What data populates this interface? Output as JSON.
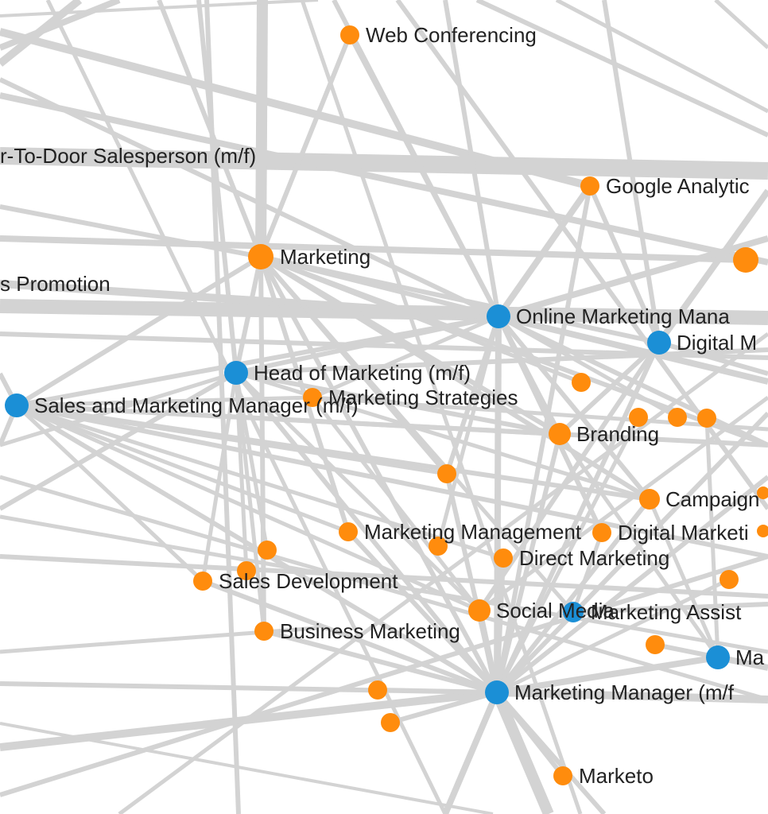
{
  "graph": {
    "colors": {
      "edge": "#d3d3d3",
      "occupation": "#1b8fd6",
      "skill": "#ff8c0d",
      "label": "#222222"
    },
    "nodes": [
      {
        "id": "web-conferencing",
        "label": "Web Conferencing",
        "kind": "skill"
      },
      {
        "id": "door-to-door-salesperson",
        "label": "r-To-Door Salesperson (m/f)",
        "kind": "occupation"
      },
      {
        "id": "google-analytics",
        "label": "Google Analytic",
        "kind": "skill"
      },
      {
        "id": "marketing",
        "label": "Marketing",
        "kind": "skill"
      },
      {
        "id": "right-edge-skill",
        "label": "",
        "kind": "skill"
      },
      {
        "id": "sales-promotion",
        "label": "s Promotion",
        "kind": "skill"
      },
      {
        "id": "online-marketing-manager",
        "label": "Online Marketing Mana",
        "kind": "occupation"
      },
      {
        "id": "digital-m",
        "label": "Digital M",
        "kind": "occupation"
      },
      {
        "id": "head-of-marketing",
        "label": "Head of Marketing (m/f)",
        "kind": "occupation"
      },
      {
        "id": "sales-and-marketing-manager",
        "label": "Sales and Marketing Manager (m/f)",
        "kind": "occupation"
      },
      {
        "id": "marketing-strategies",
        "label": "Marketing Strategies",
        "kind": "skill"
      },
      {
        "id": "branding",
        "label": "Branding",
        "kind": "skill"
      },
      {
        "id": "campaign",
        "label": "Campaign",
        "kind": "skill"
      },
      {
        "id": "marketing-management",
        "label": "Marketing Management",
        "kind": "skill"
      },
      {
        "id": "digital-marketing",
        "label": "Digital Marketi",
        "kind": "skill"
      },
      {
        "id": "direct-marketing",
        "label": "Direct Marketing",
        "kind": "skill"
      },
      {
        "id": "sales-development",
        "label": "Sales Development",
        "kind": "skill"
      },
      {
        "id": "social-media",
        "label": "Social Media",
        "kind": "skill"
      },
      {
        "id": "marketing-assistant",
        "label": "Marketing Assist",
        "kind": "occupation"
      },
      {
        "id": "business-marketing",
        "label": "Business Marketing",
        "kind": "skill"
      },
      {
        "id": "ma-occupation",
        "label": "Ma",
        "kind": "occupation"
      },
      {
        "id": "marketing-manager",
        "label": "Marketing Manager (m/f",
        "kind": "occupation"
      },
      {
        "id": "marketo",
        "label": "Marketo",
        "kind": "skill"
      },
      {
        "id": "skill-a",
        "label": "",
        "kind": "skill"
      },
      {
        "id": "skill-b",
        "label": "",
        "kind": "skill"
      },
      {
        "id": "skill-c",
        "label": "",
        "kind": "skill"
      },
      {
        "id": "skill-d",
        "label": "",
        "kind": "skill"
      },
      {
        "id": "skill-e",
        "label": "",
        "kind": "skill"
      },
      {
        "id": "skill-f",
        "label": "",
        "kind": "skill"
      },
      {
        "id": "skill-g",
        "label": "",
        "kind": "skill"
      },
      {
        "id": "skill-h",
        "label": "",
        "kind": "skill"
      },
      {
        "id": "skill-i",
        "label": "",
        "kind": "skill"
      },
      {
        "id": "skill-j",
        "label": "",
        "kind": "skill"
      },
      {
        "id": "skill-k",
        "label": "",
        "kind": "skill"
      },
      {
        "id": "skill-l",
        "label": "",
        "kind": "skill"
      },
      {
        "id": "skill-m",
        "label": "",
        "kind": "skill"
      },
      {
        "id": "skill-n",
        "label": "",
        "kind": "skill"
      }
    ]
  }
}
